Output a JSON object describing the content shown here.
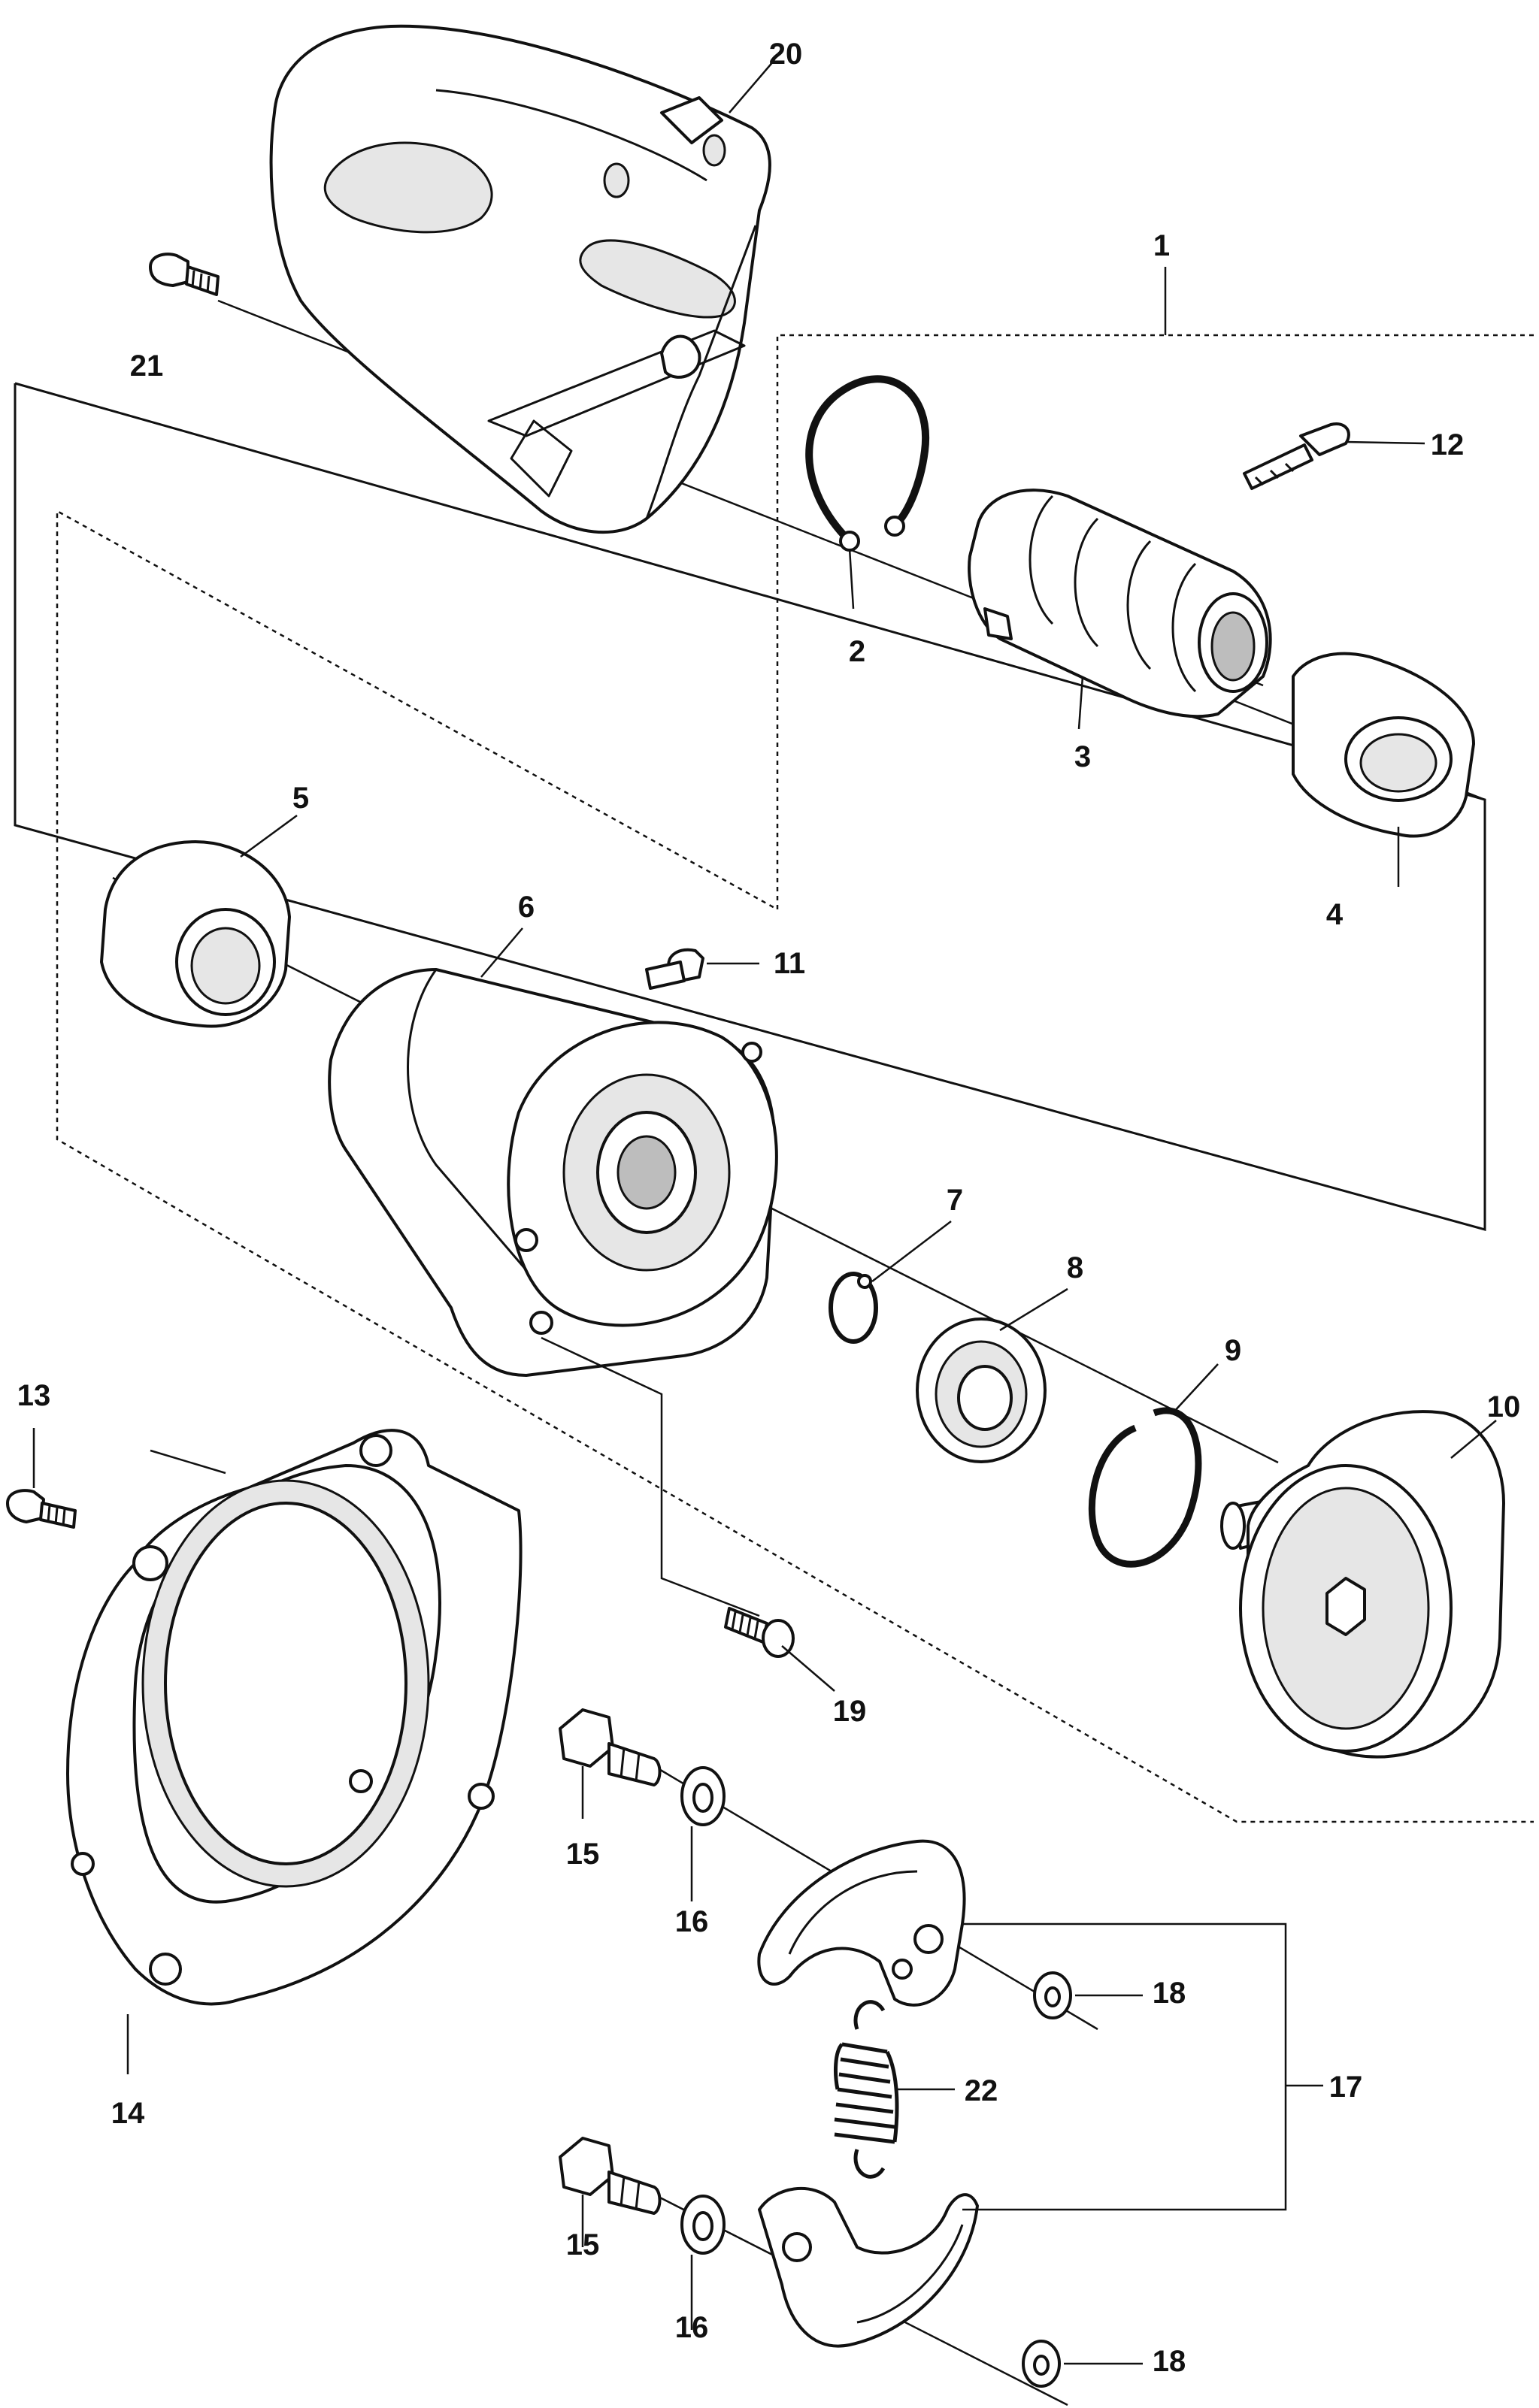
{
  "callouts": [
    {
      "id": "1",
      "label": "1"
    },
    {
      "id": "2",
      "label": "2"
    },
    {
      "id": "3",
      "label": "3"
    },
    {
      "id": "4",
      "label": "4"
    },
    {
      "id": "5",
      "label": "5"
    },
    {
      "id": "6",
      "label": "6"
    },
    {
      "id": "7",
      "label": "7"
    },
    {
      "id": "8",
      "label": "8"
    },
    {
      "id": "9",
      "label": "9"
    },
    {
      "id": "10",
      "label": "10"
    },
    {
      "id": "11",
      "label": "11"
    },
    {
      "id": "12",
      "label": "12"
    },
    {
      "id": "13",
      "label": "13"
    },
    {
      "id": "14",
      "label": "14"
    },
    {
      "id": "15a",
      "label": "15"
    },
    {
      "id": "15b",
      "label": "15"
    },
    {
      "id": "16a",
      "label": "16"
    },
    {
      "id": "16b",
      "label": "16"
    },
    {
      "id": "17",
      "label": "17"
    },
    {
      "id": "18a",
      "label": "18"
    },
    {
      "id": "18b",
      "label": "18"
    },
    {
      "id": "19",
      "label": "19"
    },
    {
      "id": "20",
      "label": "20"
    },
    {
      "id": "21",
      "label": "21"
    },
    {
      "id": "22",
      "label": "22"
    }
  ]
}
